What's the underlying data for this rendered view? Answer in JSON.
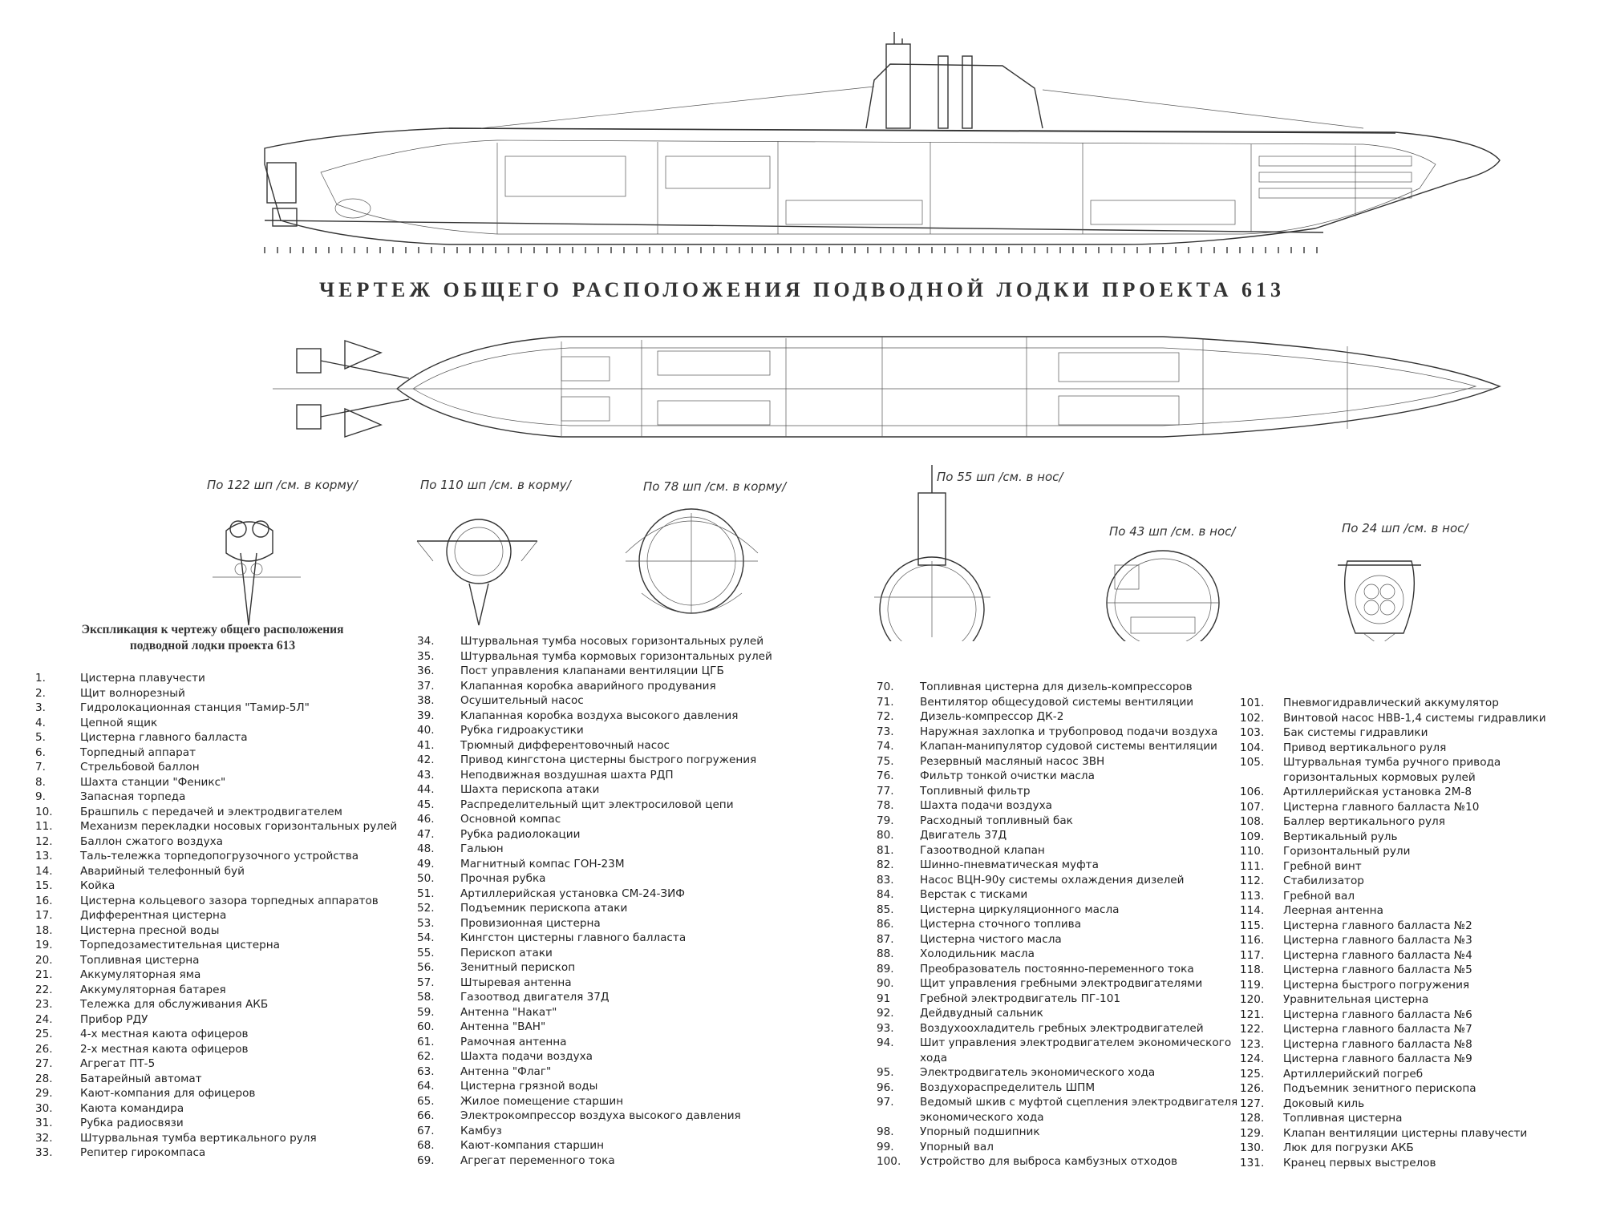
{
  "title": "ЧЕРТЕЖ ОБЩЕГО РАСПОЛОЖЕНИЯ ПОДВОДНОЙ ЛОДКИ ПРОЕКТА 613",
  "sections": [
    "По 122 шп /см. в корму/",
    "По 110 шп /см. в корму/",
    "По 78 шп /см. в корму/",
    "По 55 шп /см. в нос/",
    "По 43 шп /см. в нос/",
    "По 24 шп /см. в нос/"
  ],
  "legend": {
    "heading_line1": "Экспликация к чертежу общего расположения",
    "heading_line2": "подводной лодки проекта 613",
    "col1": [
      {
        "n": "1.",
        "t": "Цистерна плавучести"
      },
      {
        "n": "2.",
        "t": "Щит волнорезный"
      },
      {
        "n": "3.",
        "t": "Гидролокационная станция \"Тамир-5Л\""
      },
      {
        "n": "4.",
        "t": "Цепной ящик"
      },
      {
        "n": "5.",
        "t": "Цистерна главного балласта"
      },
      {
        "n": "6.",
        "t": "Торпедный аппарат"
      },
      {
        "n": "7.",
        "t": "Стрельбовой баллон"
      },
      {
        "n": "8.",
        "t": "Шахта станции \"Феникс\""
      },
      {
        "n": "9.",
        "t": "Запасная торпеда"
      },
      {
        "n": "10.",
        "t": "Брашпиль с передачей и электродвигателем"
      },
      {
        "n": "11.",
        "t": "Механизм перекладки носовых горизонтальных рулей"
      },
      {
        "n": "12.",
        "t": "Баллон сжатого воздуха"
      },
      {
        "n": "13.",
        "t": "Таль-тележка торпедопогрузочного устройства"
      },
      {
        "n": "14.",
        "t": "Аварийный телефонный буй"
      },
      {
        "n": "15.",
        "t": "Койка"
      },
      {
        "n": "16.",
        "t": "Цистерна кольцевого зазора торпедных аппаратов"
      },
      {
        "n": "17.",
        "t": "Дифферентная цистерна"
      },
      {
        "n": "18.",
        "t": "Цистерна пресной воды"
      },
      {
        "n": "19.",
        "t": "Торпедозаместительная цистерна"
      },
      {
        "n": "20.",
        "t": "Топливная цистерна"
      },
      {
        "n": "21.",
        "t": "Аккумуляторная яма"
      },
      {
        "n": "22.",
        "t": "Аккумуляторная батарея"
      },
      {
        "n": "23.",
        "t": "Тележка для обслуживания АКБ"
      },
      {
        "n": "24.",
        "t": "Прибор РДУ"
      },
      {
        "n": "25.",
        "t": "4-х местная каюта офицеров"
      },
      {
        "n": "26.",
        "t": "2-х местная каюта офицеров"
      },
      {
        "n": "27.",
        "t": "Агрегат ПТ-5"
      },
      {
        "n": "28.",
        "t": "Батарейный автомат"
      },
      {
        "n": "29.",
        "t": "Кают-компания для офицеров"
      },
      {
        "n": "30.",
        "t": "Каюта командира"
      },
      {
        "n": "31.",
        "t": "Рубка радиосвязи"
      },
      {
        "n": "32.",
        "t": "Штурвальная тумба вертикального руля"
      },
      {
        "n": "33.",
        "t": "Репитер гирокомпаса"
      }
    ],
    "col2": [
      {
        "n": "34.",
        "t": "Штурвальная тумба носовых горизонтальных рулей"
      },
      {
        "n": "35.",
        "t": "Штурвальная тумба кормовых горизонтальных рулей"
      },
      {
        "n": "36.",
        "t": "Пост управления клапанами вентиляции ЦГБ"
      },
      {
        "n": "37.",
        "t": "Клапанная коробка аварийного продувания"
      },
      {
        "n": "38.",
        "t": "Осушительный насос"
      },
      {
        "n": "39.",
        "t": "Клапанная коробка воздуха высокого давления"
      },
      {
        "n": "40.",
        "t": "Рубка гидроакустики"
      },
      {
        "n": "41.",
        "t": "Трюмный дифферентовочный насос"
      },
      {
        "n": "42.",
        "t": "Привод кингстона цистерны быстрого погружения"
      },
      {
        "n": "43.",
        "t": "Неподвижная воздушная шахта РДП"
      },
      {
        "n": "44.",
        "t": "Шахта перископа атаки"
      },
      {
        "n": "45.",
        "t": "Распределительный щит электросиловой цепи"
      },
      {
        "n": "46.",
        "t": "Основной компас"
      },
      {
        "n": "47.",
        "t": "Рубка радиолокации"
      },
      {
        "n": "48.",
        "t": "Гальюн"
      },
      {
        "n": "49.",
        "t": "Магнитный компас ГОН-23М"
      },
      {
        "n": "50.",
        "t": "Прочная рубка"
      },
      {
        "n": "51.",
        "t": "Артиллерийская установка СМ-24-ЗИФ"
      },
      {
        "n": "52.",
        "t": "Подъемник перископа атаки"
      },
      {
        "n": "53.",
        "t": "Провизионная цистерна"
      },
      {
        "n": "54.",
        "t": "Кингстон цистерны главного балласта"
      },
      {
        "n": "55.",
        "t": "Перископ атаки"
      },
      {
        "n": "56.",
        "t": "Зенитный перископ"
      },
      {
        "n": "57.",
        "t": "Штыревая антенна"
      },
      {
        "n": "58.",
        "t": "Газоотвод двигателя 37Д"
      },
      {
        "n": "59.",
        "t": "Антенна \"Накат\""
      },
      {
        "n": "60.",
        "t": "Антенна \"ВАН\""
      },
      {
        "n": "61.",
        "t": "Рамочная антенна"
      },
      {
        "n": "62.",
        "t": "Шахта подачи воздуха"
      },
      {
        "n": "63.",
        "t": "Антенна \"Флаг\""
      },
      {
        "n": "64.",
        "t": "Цистерна грязной воды"
      },
      {
        "n": "65.",
        "t": "Жилое помещение старшин"
      },
      {
        "n": "66.",
        "t": "Электрокомпрессор воздуха высокого давления"
      },
      {
        "n": "67.",
        "t": "Камбуз"
      },
      {
        "n": "68.",
        "t": "Кают-компания старшин"
      },
      {
        "n": "69.",
        "t": "Агрегат переменного тока"
      }
    ],
    "col3": [
      {
        "n": "70.",
        "t": "Топливная цистерна для дизель-компрессоров"
      },
      {
        "n": "71.",
        "t": "Вентилятор общесудовой системы вентиляции"
      },
      {
        "n": "72.",
        "t": "Дизель-компрессор ДК-2"
      },
      {
        "n": "73.",
        "t": "Наружная захлопка и трубопровод подачи воздуха"
      },
      {
        "n": "74.",
        "t": "Клапан-манипулятор судовой системы вентиляции"
      },
      {
        "n": "75.",
        "t": "Резервный масляный насос 3ВН"
      },
      {
        "n": "76.",
        "t": "Фильтр тонкой очистки масла"
      },
      {
        "n": "77.",
        "t": "Топливный фильтр"
      },
      {
        "n": "78.",
        "t": "Шахта подачи воздуха"
      },
      {
        "n": "79.",
        "t": "Расходный топливный бак"
      },
      {
        "n": "80.",
        "t": "Двигатель 37Д"
      },
      {
        "n": "81.",
        "t": "Газоотводной клапан"
      },
      {
        "n": "82.",
        "t": "Шинно-пневматическая муфта"
      },
      {
        "n": "83.",
        "t": "Насос ВЦН-90у системы охлаждения дизелей"
      },
      {
        "n": "84.",
        "t": "Верстак с тисками"
      },
      {
        "n": "85.",
        "t": "Цистерна циркуляционного масла"
      },
      {
        "n": "86.",
        "t": "Цистерна сточного топлива"
      },
      {
        "n": "87.",
        "t": "Цистерна чистого масла"
      },
      {
        "n": "88.",
        "t": "Холодильник масла"
      },
      {
        "n": "89.",
        "t": "Преобразователь постоянно-переменного тока"
      },
      {
        "n": "90.",
        "t": "Щит управления гребными электродвигателями"
      },
      {
        "n": "91",
        "t": "Гребной электродвигатель ПГ-101"
      },
      {
        "n": "92.",
        "t": "Дейдвудный сальник"
      },
      {
        "n": "93.",
        "t": "Воздухоохладитель гребных электродвигателей"
      },
      {
        "n": "94.",
        "t": "Шит управления электродвигателем экономического хода"
      },
      {
        "n": "95.",
        "t": "Электродвигатель экономического хода"
      },
      {
        "n": "96.",
        "t": "Воздухораспределитель ШПМ"
      },
      {
        "n": "97.",
        "t": "Ведомый шкив с муфтой сцепления электродвигателя экономического хода"
      },
      {
        "n": "98.",
        "t": "Упорный подшипник"
      },
      {
        "n": "99.",
        "t": "Упорный вал"
      },
      {
        "n": "100.",
        "t": "Устройство для выброса камбузных отходов"
      }
    ],
    "col4": [
      {
        "n": "101.",
        "t": "Пневмогидравлический аккумулятор"
      },
      {
        "n": "102.",
        "t": "Винтовой насос НВВ-1,4 системы гидравлики"
      },
      {
        "n": "103.",
        "t": "Бак системы гидравлики"
      },
      {
        "n": "104.",
        "t": "Привод вертикального руля"
      },
      {
        "n": "105.",
        "t": "Штурвальная тумба ручного привода горизонтальных кормовых рулей"
      },
      {
        "n": "106.",
        "t": "Артиллерийская установка 2М-8"
      },
      {
        "n": "107.",
        "t": "Цистерна главного балласта №10"
      },
      {
        "n": "108.",
        "t": "Баллер вертикального руля"
      },
      {
        "n": "109.",
        "t": "Вертикальный руль"
      },
      {
        "n": "110.",
        "t": "Горизонтальный рули"
      },
      {
        "n": "111.",
        "t": "Гребной винт"
      },
      {
        "n": "112.",
        "t": "Стабилизатор"
      },
      {
        "n": "113.",
        "t": "Гребной вал"
      },
      {
        "n": "114.",
        "t": "Леерная антенна"
      },
      {
        "n": "115.",
        "t": "Цистерна главного балласта №2"
      },
      {
        "n": "116.",
        "t": "Цистерна главного балласта №3"
      },
      {
        "n": "117.",
        "t": "Цистерна главного балласта №4"
      },
      {
        "n": "118.",
        "t": "Цистерна главного балласта №5"
      },
      {
        "n": "119.",
        "t": "Цистерна быстрого погружения"
      },
      {
        "n": "120.",
        "t": "Уравнительная цистерна"
      },
      {
        "n": "121.",
        "t": "Цистерна главного балласта №6"
      },
      {
        "n": "122.",
        "t": "Цистерна главного балласта №7"
      },
      {
        "n": "123.",
        "t": "Цистерна главного балласта №8"
      },
      {
        "n": "124.",
        "t": "Цистерна главного балласта №9"
      },
      {
        "n": "125.",
        "t": "Артиллерийский погреб"
      },
      {
        "n": "126.",
        "t": "Подъемник зенитного перископа"
      },
      {
        "n": "127.",
        "t": "Доковый киль"
      },
      {
        "n": "128.",
        "t": "Топливная цистерна"
      },
      {
        "n": "129.",
        "t": "Клапан вентиляции цистерны плавучести"
      },
      {
        "n": "130.",
        "t": "Люк для погрузки АКБ"
      },
      {
        "n": "131.",
        "t": "Кранец первых выстрелов"
      }
    ]
  }
}
